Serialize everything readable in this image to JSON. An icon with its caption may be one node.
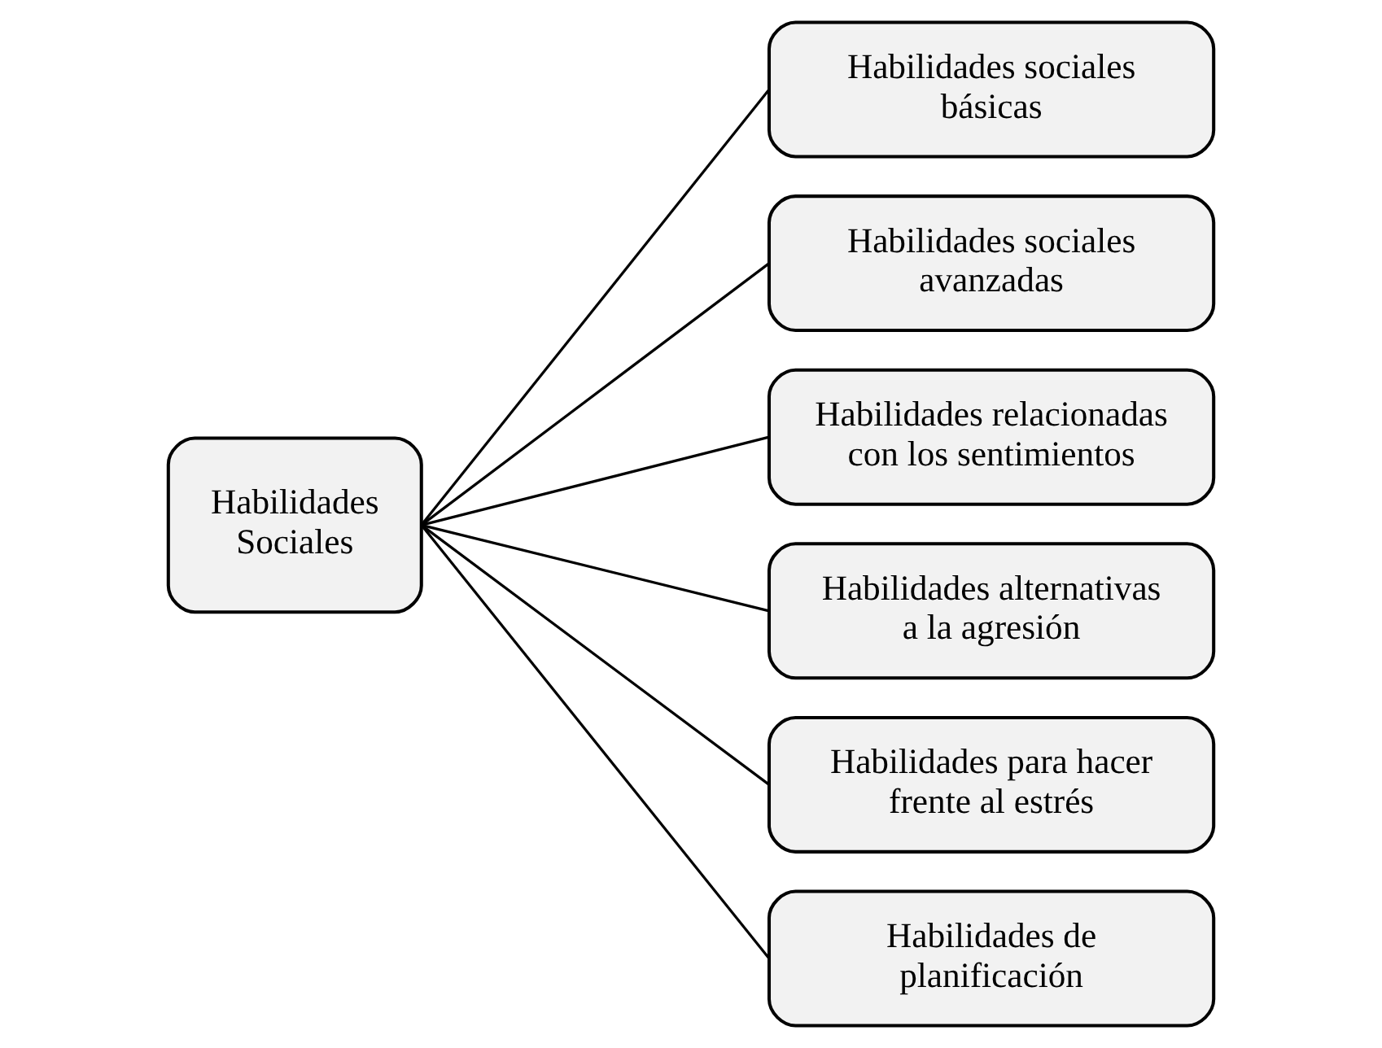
{
  "diagram": {
    "nodes": [
      {
        "text": [
          "Habilidades Sociales"
        ]
      },
      {
        "text": [
          "Habilidades sociales básicas"
        ]
      },
      {
        "text": [
          "Habilidades sociales avanzadas"
        ]
      },
      {
        "text": [
          "Habilidades relacionadas con los sentimientos"
        ]
      },
      {
        "text": [
          "Habilidades alternativas a la agresión"
        ]
      },
      {
        "text": [
          "Habilidades para hacer frente al estrés"
        ]
      },
      {
        "text": [
          "Habilidades de planificación"
        ]
      }
    ],
    "edges": [
      {
        "from": 0,
        "to": 1,
        "arrow": "none"
      },
      {
        "from": 0,
        "to": 2,
        "arrow": "none"
      },
      {
        "from": 0,
        "to": 3,
        "arrow": "none"
      },
      {
        "from": 0,
        "to": 4,
        "arrow": "none"
      },
      {
        "from": 0,
        "to": 5,
        "arrow": "none"
      },
      {
        "from": 0,
        "to": 6,
        "arrow": "none"
      }
    ]
  }
}
